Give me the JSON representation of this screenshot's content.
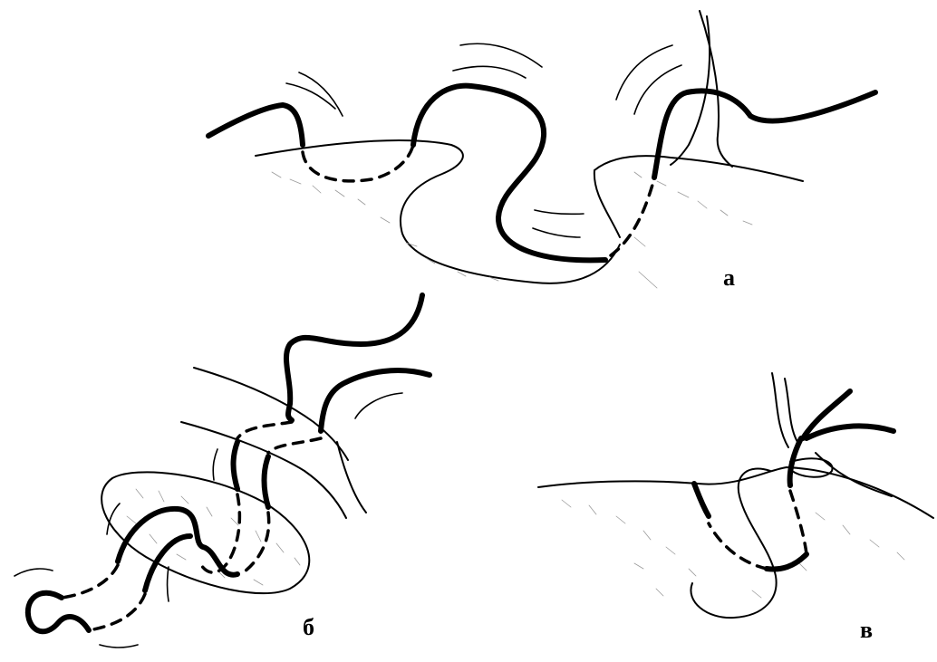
{
  "panels": [
    {
      "id": "a",
      "label": "а"
    },
    {
      "id": "b",
      "label": "б"
    },
    {
      "id": "v",
      "label": "в"
    }
  ],
  "colors": {
    "ink": "#000000",
    "shading": "#9a9a9a",
    "background": "#ffffff"
  }
}
